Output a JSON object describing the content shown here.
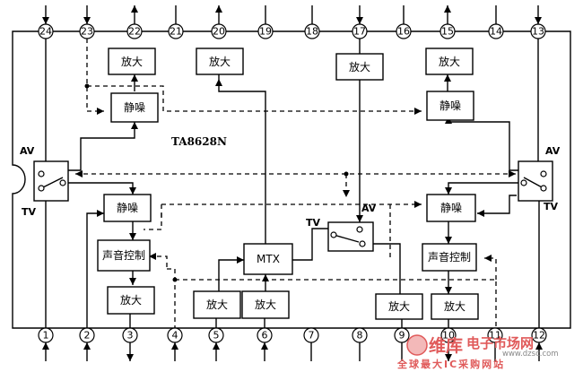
{
  "chip_name": "TA8628N",
  "pins_top": [
    "24",
    "23",
    "22",
    "21",
    "20",
    "19",
    "18",
    "17",
    "16",
    "15",
    "14",
    "13"
  ],
  "pins_bottom": [
    "1",
    "2",
    "3",
    "4",
    "5",
    "6",
    "7",
    "8",
    "9",
    "10",
    "11",
    "12"
  ],
  "blocks": {
    "amp_22": "放大",
    "amp_20": "放大",
    "amp_17": "放大",
    "amp_15": "放大",
    "mute_top_left": "静噪",
    "mute_top_right": "静噪",
    "mute_mid_left": "静噪",
    "mute_mid_right": "静噪",
    "vol_left": "声音控制",
    "vol_right": "声音控制",
    "mtx": "MTX",
    "amp_3": "放大",
    "amp_5": "放大",
    "amp_6": "放大",
    "amp_9": "放大",
    "amp_10": "放大"
  },
  "switches": {
    "left_av": "AV",
    "left_tv": "TV",
    "right_av": "AV",
    "right_tv": "TV",
    "center_av": "AV",
    "center_tv": "TV"
  },
  "watermark": {
    "brand": "维库",
    "brand2": "电子市场网",
    "url": "www.dzsc.com",
    "slogan": "全球最大IC采购网站"
  }
}
